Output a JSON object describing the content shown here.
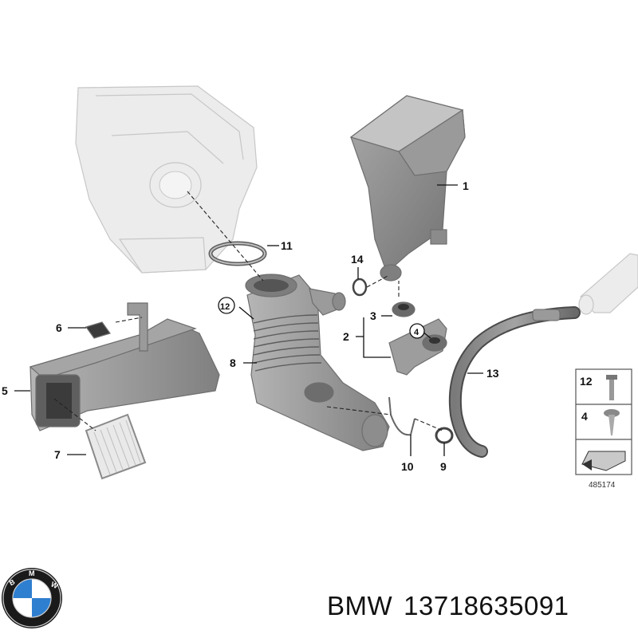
{
  "diagram": {
    "drawing_number": "485174",
    "callouts": {
      "c1": "1",
      "c2": "2",
      "c3": "3",
      "c4": "4",
      "c5": "5",
      "c6": "6",
      "c7": "7",
      "c8": "8",
      "c9": "9",
      "c10": "10",
      "c11": "11",
      "c12": "12",
      "c13": "13",
      "c14": "14"
    },
    "legend": {
      "item_a": "12",
      "item_b": "4"
    }
  },
  "caption": {
    "brand": "BMW",
    "part_number": "13718635091"
  },
  "colors": {
    "part_fill": "#8f8f8f",
    "ghost_fill": "#ececec",
    "logo_blue": "#2f7fd0",
    "logo_ring": "#1a1a1a"
  }
}
